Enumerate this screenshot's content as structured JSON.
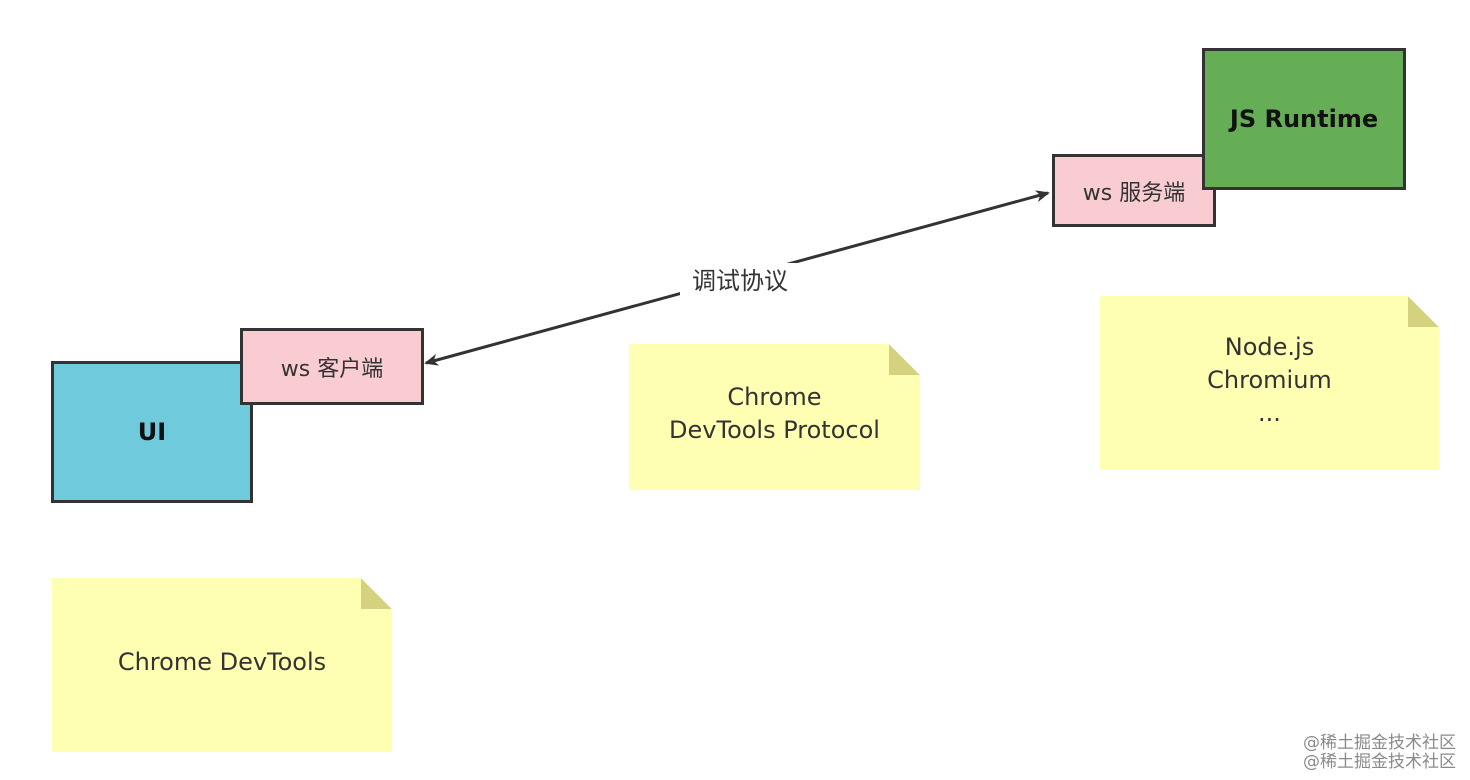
{
  "diagram": {
    "nodes": {
      "ui": {
        "label": "UI",
        "fill": "#6fcadb"
      },
      "ws_client": {
        "label": "ws 客户端",
        "fill": "#f8ccd1"
      },
      "ws_server": {
        "label": "ws 服务端",
        "fill": "#f8ccd1"
      },
      "js_runtime": {
        "label": "JS Runtime",
        "fill": "#66ae55"
      }
    },
    "edges": [
      {
        "from": "ws_client",
        "to": "ws_server",
        "label": "调试协议",
        "direction": "both"
      }
    ],
    "notes": {
      "protocol": {
        "text": "Chrome\nDevTools Protocol",
        "fill": "#ffffb3"
      },
      "runtime": {
        "text": "Node.js\nChromium\n...",
        "fill": "#ffffb3"
      },
      "devtools": {
        "text": "Chrome DevTools",
        "fill": "#ffffb3"
      }
    },
    "stroke_color": "#333333"
  },
  "watermark": {
    "line1": "@稀土掘金技术社区",
    "line2": "@稀土掘金技术社区"
  }
}
